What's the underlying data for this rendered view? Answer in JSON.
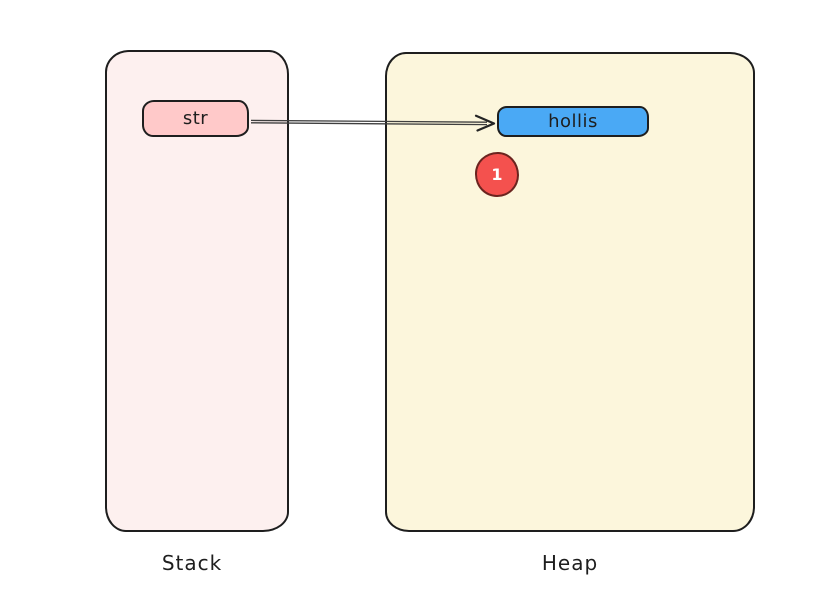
{
  "diagram": {
    "stack": {
      "label": "Stack",
      "variable_label": "str"
    },
    "heap": {
      "label": "Heap",
      "value_label": "hollis",
      "badge_label": "1"
    },
    "relations": {
      "pointer_arrow": {
        "from": "str",
        "to": "hollis"
      }
    },
    "colors": {
      "stroke": "#1e1e1e",
      "stack_fill": "#fdf0ef",
      "heap_fill": "#fcf6dc",
      "variable_fill": "#ffc9c9",
      "value_fill": "#4aa9f5",
      "badge_fill": "#f4514e",
      "badge_stroke": "#6b241f",
      "arrow": "#3f3f3f"
    }
  }
}
